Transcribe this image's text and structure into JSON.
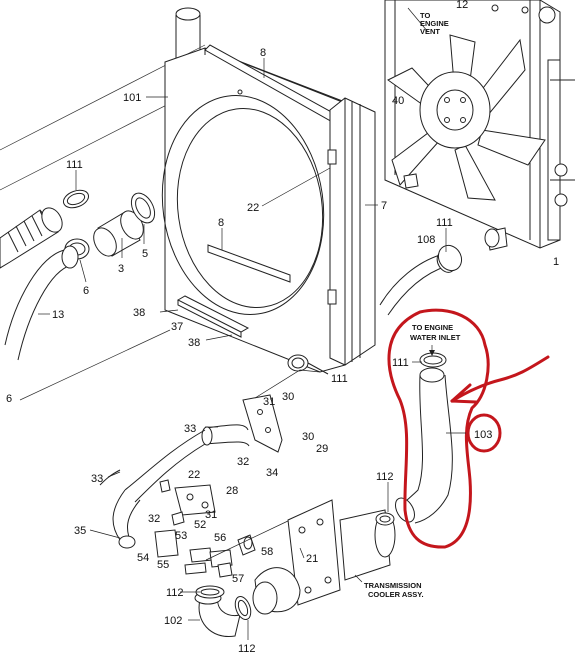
{
  "labels": {
    "l8a": "8",
    "l12": "12",
    "l101": "101",
    "l40": "40",
    "l111a": "111",
    "l22a": "22",
    "l7": "7",
    "l8b": "8",
    "l111b": "111",
    "l108": "108",
    "l1": "1",
    "l3": "3",
    "l5": "5",
    "l6a": "6",
    "l13": "13",
    "l6b": "6",
    "l38a": "38",
    "l37": "37",
    "l38b": "38",
    "l111c": "111",
    "l111d": "111",
    "l103": "103",
    "l31a": "31",
    "l30a": "30",
    "l33a": "33",
    "l30b": "30",
    "l29": "29",
    "l32a": "32",
    "l34": "34",
    "l33b": "33",
    "l22b": "22",
    "l28": "28",
    "l31b": "31",
    "l32b": "32",
    "l52": "52",
    "l53": "53",
    "l35": "35",
    "l56": "56",
    "l54": "54",
    "l55": "55",
    "l58": "58",
    "l57": "57",
    "l21": "21",
    "l112a": "112",
    "l112b": "112",
    "l102": "102",
    "l112c": "112"
  },
  "notes": {
    "engine_vent_1": "TO",
    "engine_vent_2": "ENGINE",
    "engine_vent_3": "VENT",
    "water_inlet_1": "TO ENGINE",
    "water_inlet_2": "WATER INLET",
    "trans_cooler_1": "TRANSMISSION",
    "trans_cooler_2": "COOLER ASSY."
  },
  "colors": {
    "annotation": "#c4161c",
    "line": "#222222",
    "background": "#ffffff"
  }
}
